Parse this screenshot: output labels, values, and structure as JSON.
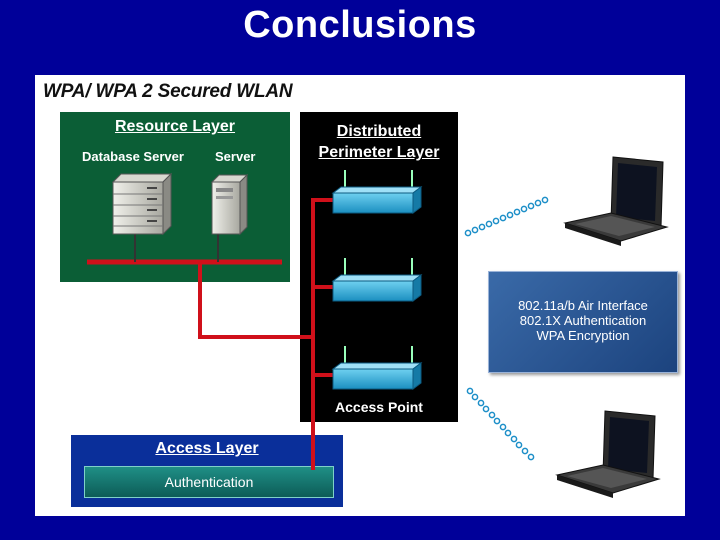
{
  "slide": {
    "title": "Conclusions"
  },
  "diagram": {
    "title": "WPA/ WPA 2 Secured WLAN",
    "resource_layer": {
      "title": "Resource Layer",
      "database_server_label": "Database Server",
      "server_label": "Server"
    },
    "perimeter_layer": {
      "title_line1": "Distributed",
      "title_line2": "Perimeter Layer",
      "access_point_label": "Access Point"
    },
    "access_layer": {
      "title": "Access Layer",
      "authentication_label": "Authentication"
    },
    "air_interface": {
      "line1": "802.11a/b Air Interface",
      "line2": "802.1X Authentication",
      "line3": "WPA Encryption"
    },
    "colors": {
      "background": "#000099",
      "resource_panel": "#0b5e36",
      "perimeter_panel": "#000000",
      "access_panel": "#0a2f9a",
      "link": "#d0101a",
      "access_point": "#29a8d8"
    },
    "icons": [
      "database-server-icon",
      "server-icon",
      "access-point-icon",
      "laptop-icon",
      "wireless-signal-icon"
    ]
  }
}
